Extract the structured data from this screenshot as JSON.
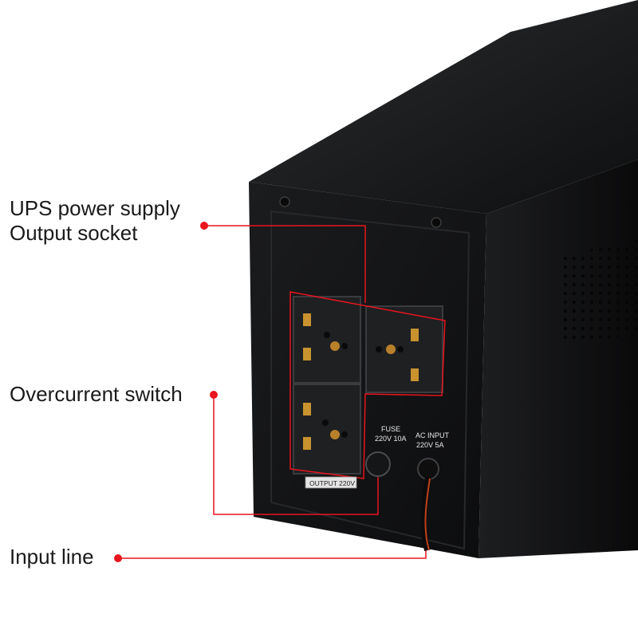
{
  "callouts": {
    "ups_output": {
      "line1": "UPS power supply",
      "line2": "Output socket"
    },
    "overcurrent": {
      "label": "Overcurrent switch"
    },
    "input_line": {
      "label": "Input line"
    }
  },
  "panel_text": {
    "fuse": "FUSE",
    "fuse_rating": "220V  10A",
    "ac_input": "AC INPUT",
    "ac_rating": "220V  5A",
    "output_plate": "OUTPUT 220V"
  },
  "colors": {
    "callout_red": "#e8141e",
    "casing": "#141516",
    "background": "#ffffff"
  }
}
